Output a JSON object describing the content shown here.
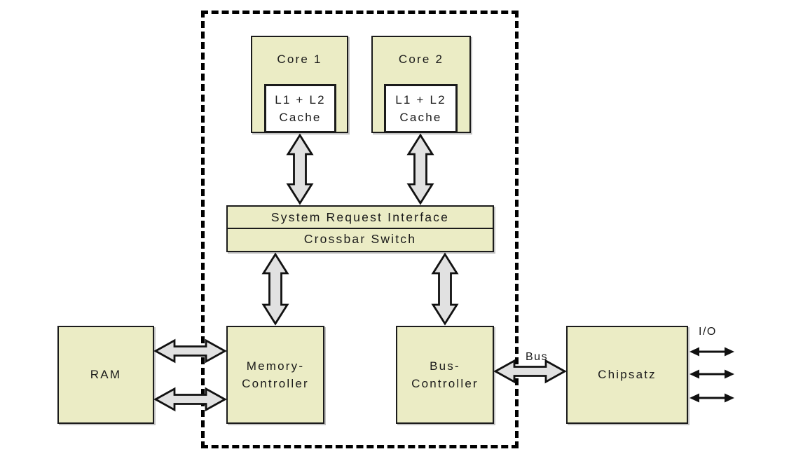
{
  "diagram_type": "dual-core CPU architecture block diagram",
  "colors": {
    "box_fill": "#ebecc5",
    "box_border": "#1b1b1b",
    "arrow_fill": "#e1e1e1",
    "arrow_stroke": "#111111",
    "die_boundary": "#000000",
    "background": "#ffffff"
  },
  "boxes": {
    "core1": {
      "label": "Core 1"
    },
    "core2": {
      "label": "Core 2"
    },
    "cache1": {
      "line1": "L1 + L2",
      "line2": "Cache"
    },
    "cache2": {
      "line1": "L1 + L2",
      "line2": "Cache"
    },
    "system_request_interface": {
      "label": "System Request Interface"
    },
    "crossbar_switch": {
      "label": "Crossbar Switch"
    },
    "memory_controller": {
      "line1": "Memory-",
      "line2": "Controller"
    },
    "bus_controller": {
      "line1": "Bus-",
      "line2": "Controller"
    },
    "ram": {
      "label": "RAM"
    },
    "chipset": {
      "label": "Chipsatz"
    }
  },
  "labels": {
    "bus": "Bus",
    "io": "I/O"
  },
  "connections": [
    {
      "from": "cache1",
      "to": "system_request_interface",
      "style": "block-double-arrow",
      "direction": "bidirectional"
    },
    {
      "from": "cache2",
      "to": "system_request_interface",
      "style": "block-double-arrow",
      "direction": "bidirectional"
    },
    {
      "from": "crossbar_switch",
      "to": "memory_controller",
      "style": "block-double-arrow",
      "direction": "bidirectional"
    },
    {
      "from": "crossbar_switch",
      "to": "bus_controller",
      "style": "block-double-arrow",
      "direction": "bidirectional"
    },
    {
      "from": "ram",
      "to": "memory_controller",
      "style": "block-double-arrow",
      "direction": "bidirectional",
      "count": 2
    },
    {
      "from": "bus_controller",
      "to": "chipset",
      "style": "block-double-arrow",
      "direction": "bidirectional",
      "label": "Bus"
    },
    {
      "from": "chipset",
      "to": "external-io",
      "style": "thin-double-arrow",
      "direction": "bidirectional",
      "count": 3,
      "label": "I/O"
    }
  ]
}
